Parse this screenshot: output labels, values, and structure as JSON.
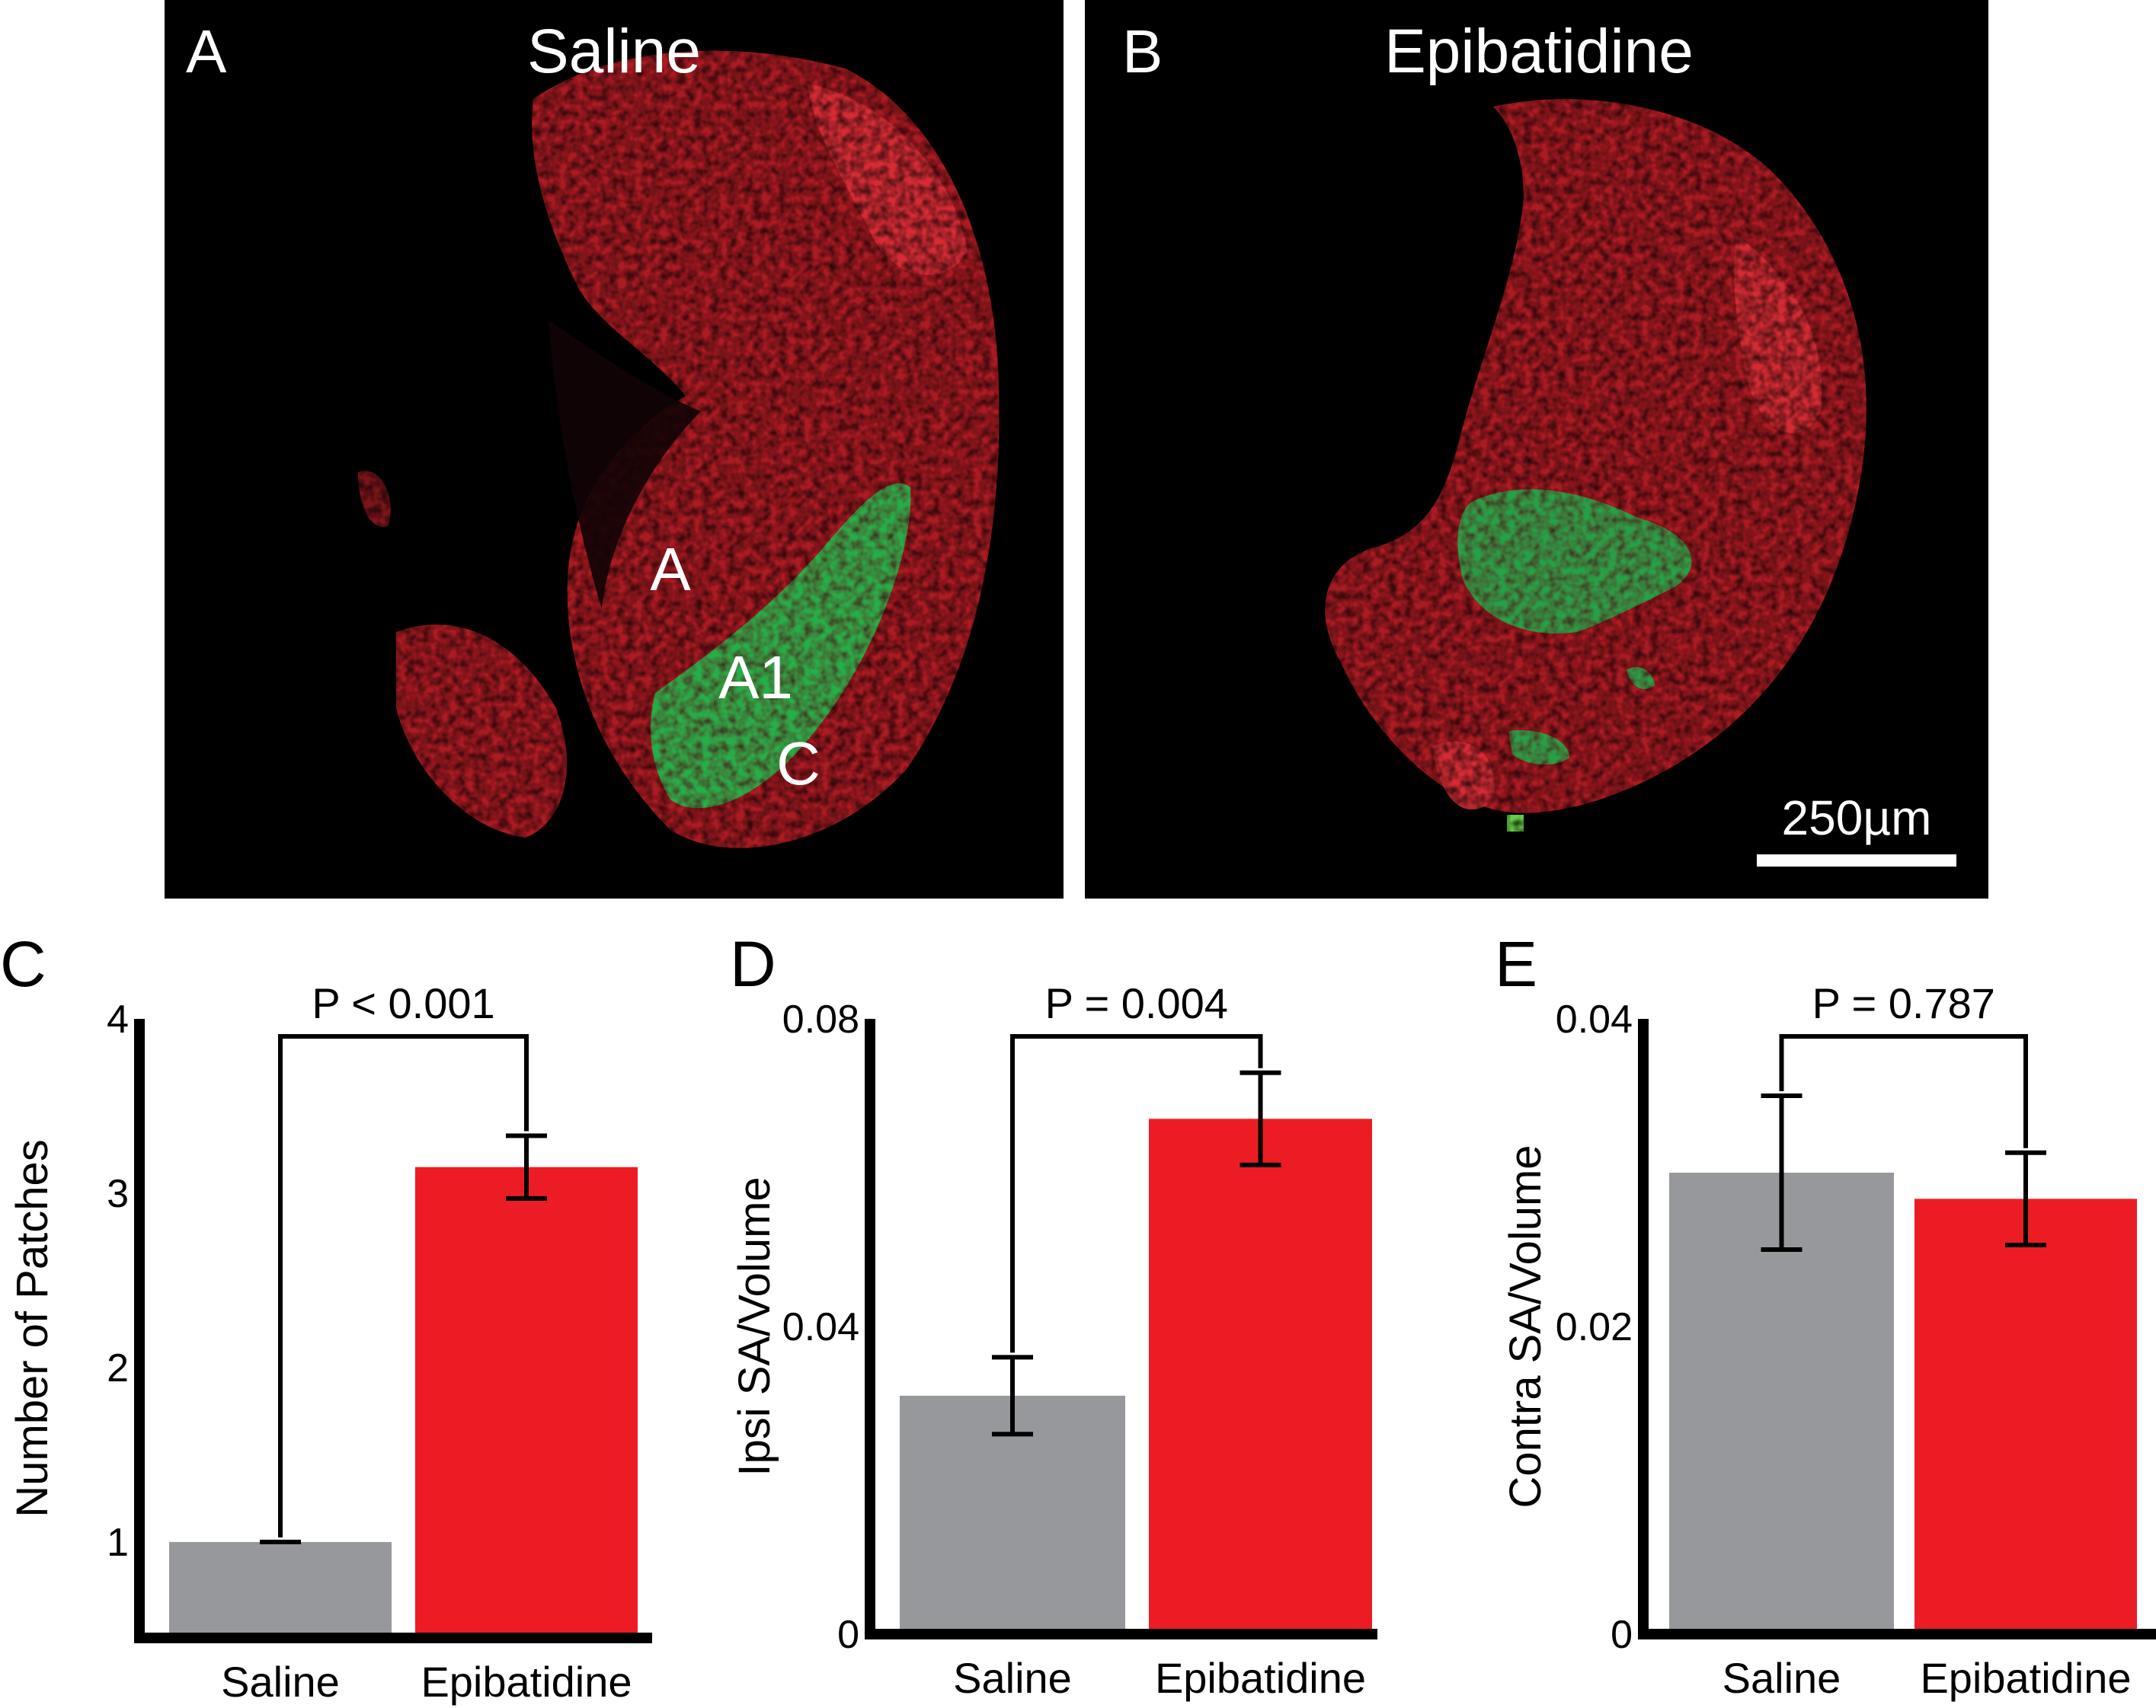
{
  "micrographs": [
    {
      "panel_letter": "A",
      "title": "Saline",
      "region_labels": [
        "A",
        "A1",
        "C"
      ]
    },
    {
      "panel_letter": "B",
      "title": "Epibatidine",
      "scale_bar_label": "250µm"
    }
  ],
  "colors": {
    "saline_bar": "#97989c",
    "epibatidine_bar": "#ec1c24",
    "tissue_red": "#c8202a",
    "label_green": "#2fc45a",
    "image_background": "#000000"
  },
  "chart_data": [
    {
      "type": "bar",
      "panel_letter": "C",
      "categories": [
        "Saline",
        "Epibatidine"
      ],
      "values": [
        1.0,
        3.15
      ],
      "errors": [
        0.0,
        0.18
      ],
      "ylabel": "Number of Patches",
      "ylim": [
        0.45,
        4
      ],
      "yticks": [
        1,
        2,
        3,
        4
      ],
      "ytick_labels": [
        "1",
        "2",
        "3",
        "4"
      ],
      "significance": "P < 0.001"
    },
    {
      "type": "bar",
      "panel_letter": "D",
      "categories": [
        "Saline",
        "Epibatidine"
      ],
      "values": [
        0.031,
        0.067
      ],
      "errors": [
        0.005,
        0.006
      ],
      "ylabel": "Ipsi SA/Volume",
      "ylim": [
        0,
        0.08
      ],
      "yticks": [
        0,
        0.04,
        0.08
      ],
      "ytick_labels": [
        "0",
        "0.04",
        "0.08"
      ],
      "significance": "P = 0.004"
    },
    {
      "type": "bar",
      "panel_letter": "E",
      "categories": [
        "Saline",
        "Epibatidine"
      ],
      "values": [
        0.03,
        0.0283
      ],
      "errors": [
        0.005,
        0.003
      ],
      "ylabel": "Contra SA/Volume",
      "ylim": [
        0,
        0.04
      ],
      "yticks": [
        0,
        0.02,
        0.04
      ],
      "ytick_labels": [
        "0",
        "0.02",
        "0.04"
      ],
      "significance": "P = 0.787"
    }
  ]
}
